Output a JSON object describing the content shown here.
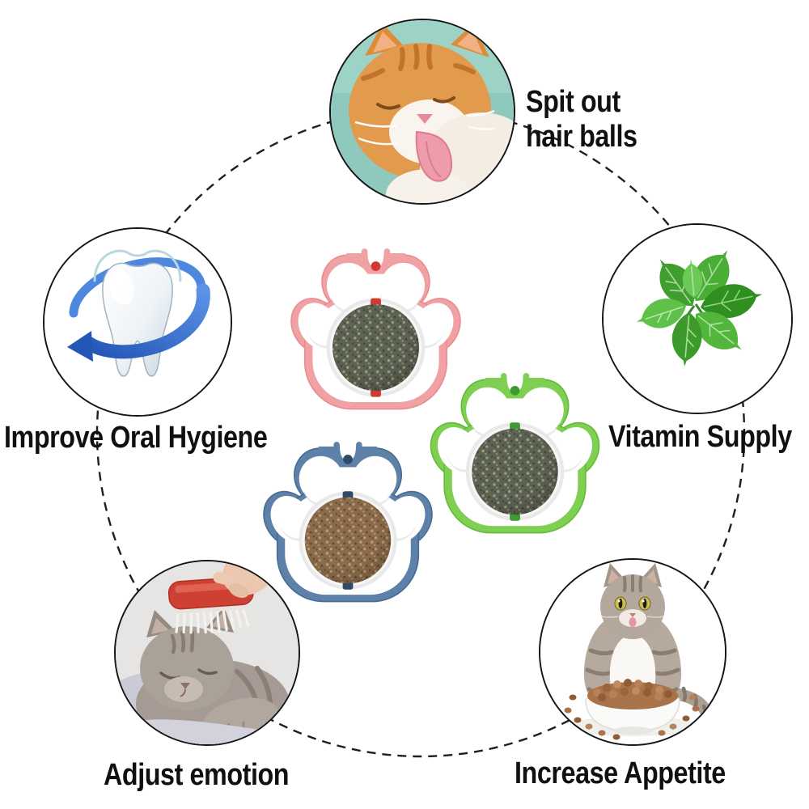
{
  "background": "#ffffff",
  "ring": {
    "color": "#1f1f1f",
    "style": "dashed"
  },
  "labels": {
    "spit_line1": "Spit out",
    "spit_line2": "hair balls",
    "vitamin": "Vitamin Supply",
    "oral": "Improve Oral Hygiene",
    "emotion": "Adjust emotion",
    "appetite": "Increase Appetite"
  },
  "photos": [
    {
      "name": "cat-licking-fur",
      "background": "#8fc8bc"
    },
    {
      "name": "tooth-with-blue-swoosh-arrow",
      "accent": "#2f6bd0"
    },
    {
      "name": "catnip-mint-leaves",
      "accent": "#3f9b2f"
    },
    {
      "name": "cat-being-brushed",
      "accent": "#ce4033"
    },
    {
      "name": "cat-with-food-bowl",
      "accent": "#a9744c"
    }
  ],
  "products": [
    {
      "name": "pink-paw-catnip-ball",
      "rim": "#f0a1a3",
      "rim_deep": "#e78c90",
      "clip": "#cf3a31",
      "ball": "#5d6253",
      "speckle_light": "#99a183",
      "speckle_dark": "#3e4336"
    },
    {
      "name": "green-paw-catnip-ball",
      "rim": "#7fd052",
      "rim_deep": "#63ba36",
      "clip": "#3e9a33",
      "ball": "#5d6253",
      "speckle_light": "#99a183",
      "speckle_dark": "#3e4336"
    },
    {
      "name": "blue-paw-catnip-ball",
      "rim": "#5d81a9",
      "rim_deep": "#476b93",
      "clip": "#2e4a66",
      "ball": "#8a6b4b",
      "speckle_light": "#bd9c74",
      "speckle_dark": "#5e4529"
    }
  ]
}
